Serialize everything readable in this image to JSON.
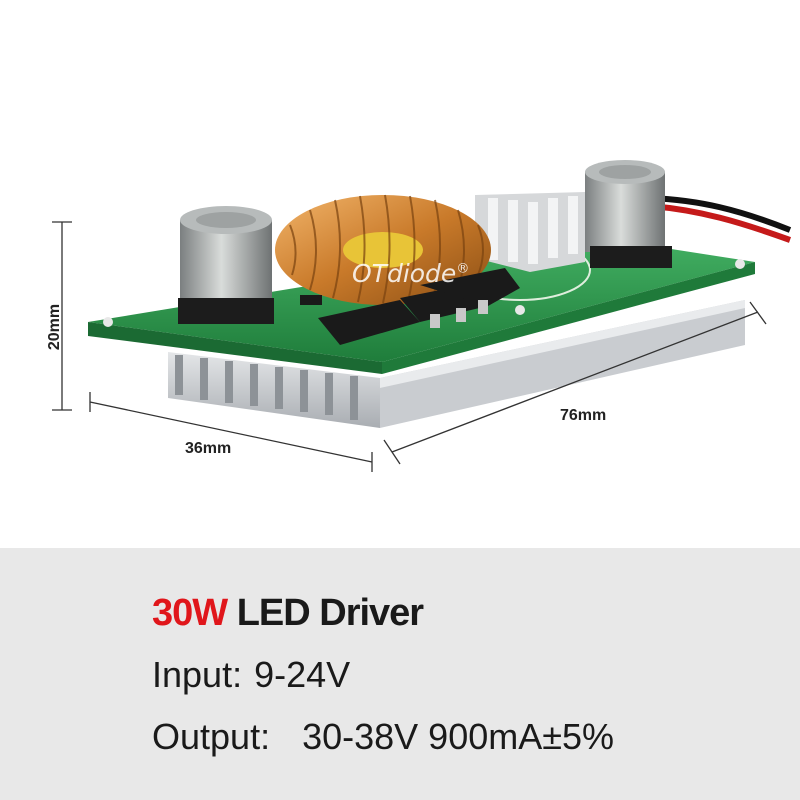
{
  "watermark": {
    "brand": "OTdiode",
    "mark": "®"
  },
  "dimensions": {
    "height": "20mm",
    "width": "36mm",
    "length": "76mm"
  },
  "caption": {
    "title_accent": "30W",
    "title_rest": " LED Driver",
    "input_label": "Input:",
    "input_value": "9-24V",
    "output_label": "Output:",
    "output_value": "30-38V 900mA±5%"
  },
  "colors": {
    "accent": "#e0161b",
    "caption_bg": "#e8e8e8",
    "pcb": "#2a9a4a",
    "heatsink": "#c9ccd0"
  }
}
